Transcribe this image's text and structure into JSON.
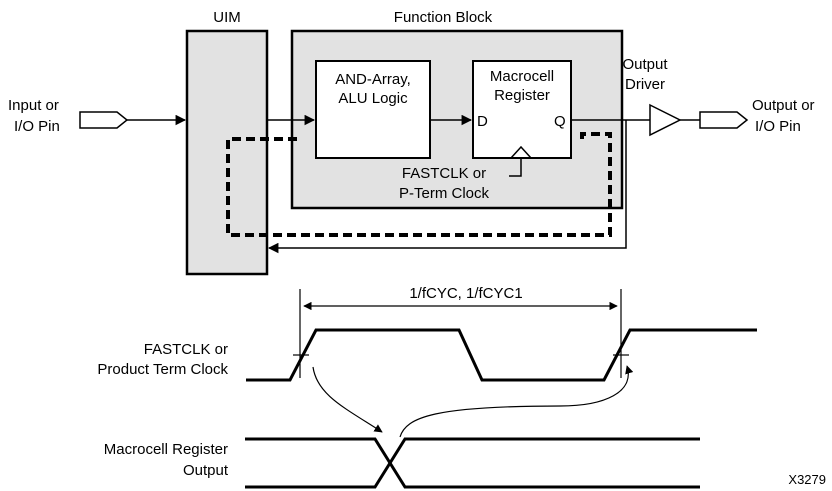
{
  "block_diagram": {
    "uim_label": "UIM",
    "function_block_label": "Function Block",
    "and_array": [
      "AND-Array,",
      "ALU Logic"
    ],
    "macrocell": [
      "Macrocell",
      "Register"
    ],
    "d_port": "D",
    "q_port": "Q",
    "clock_note": [
      "FASTCLK or",
      "P-Term Clock"
    ],
    "output_driver": [
      "Output",
      "Driver"
    ],
    "input_pin": [
      "Input or",
      "I/O Pin"
    ],
    "output_pin": [
      "Output or",
      "I/O Pin"
    ]
  },
  "timing": {
    "period_label": "1/fCYC, 1/fCYC1",
    "clock_signal": [
      "FASTCLK or",
      "Product Term Clock"
    ],
    "output_signal": [
      "Macrocell Register",
      "Output"
    ]
  },
  "figure_id": "X3279",
  "colors": {
    "block_fill": "#e2e2e2",
    "line": "#000000"
  }
}
